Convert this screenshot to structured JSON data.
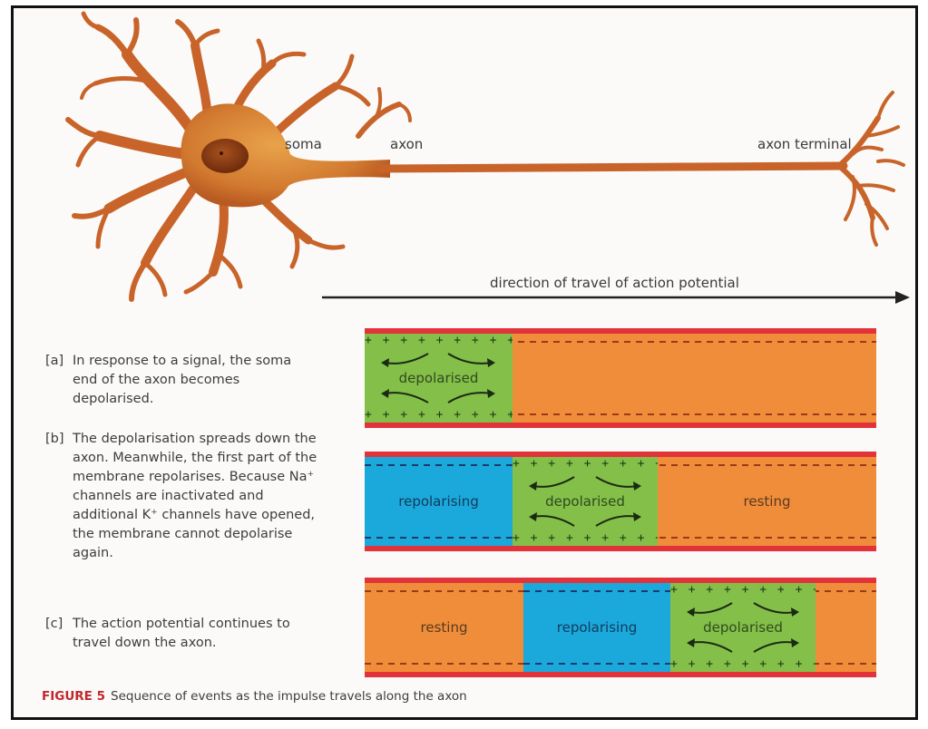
{
  "neuron": {
    "soma_label": "soma",
    "axon_label": "axon",
    "terminal_label": "axon terminal"
  },
  "direction_label": "direction of travel of action potential",
  "panels": [
    {
      "tag": "[a]",
      "text": "In response to a signal, the soma end of the axon becomes depolarised."
    },
    {
      "tag": "[b]",
      "text": "The depolarisation spreads down the axon. Meanwhile, the first part of the membrane repolarises. Because Na⁺ channels are inactivated and additional K⁺ channels have opened, the membrane cannot depolarise again."
    },
    {
      "tag": "[c]",
      "text": "The action potential continues to travel down the axon."
    }
  ],
  "strips": {
    "a": {
      "depolarised": "depolarised"
    },
    "b": {
      "repolarising": "repolarising",
      "depolarised": "depolarised",
      "resting": "resting"
    },
    "c": {
      "resting": "resting",
      "repolarising": "repolarising",
      "depolarised": "depolarised"
    }
  },
  "caption": {
    "label": "FIGURE 5",
    "text": "Sequence of events as the impulse travels along the axon"
  },
  "colors": {
    "neuron": "#c8642a",
    "nucleus": "#8a3a12",
    "membrane": "#e2333a",
    "resting": "#ef8d3a",
    "depolarised": "#84bf4a",
    "repolarising": "#1ba9dc"
  }
}
